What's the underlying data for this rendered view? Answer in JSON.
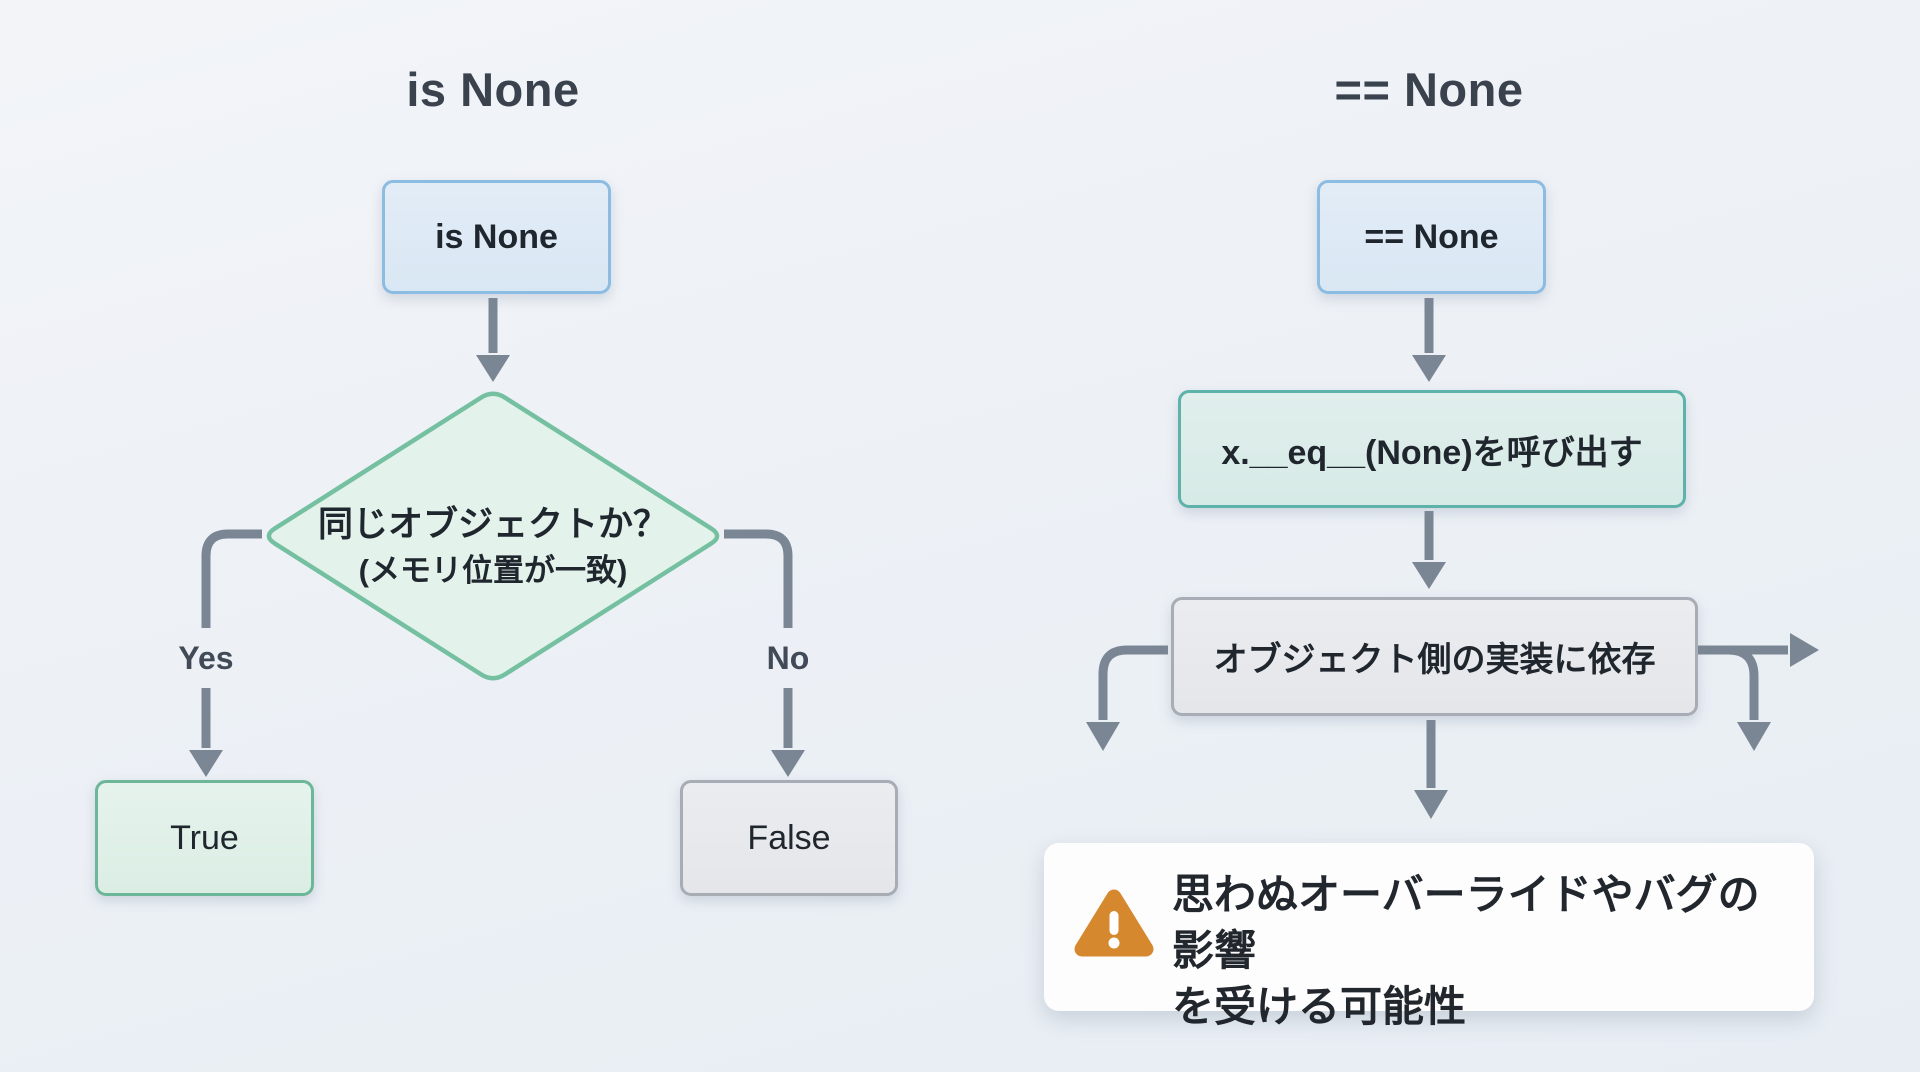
{
  "left_flow": {
    "title": "is None",
    "start_label": "is None",
    "decision": {
      "line1": "同じオブジェクトか？",
      "line2": "(メモリ位置が一致)"
    },
    "yes_label": "Yes",
    "no_label": "No",
    "true_label": "True",
    "false_label": "False"
  },
  "right_flow": {
    "title": "== None",
    "start_label": "== None",
    "step1_label": "x.__eq__(None)を呼び出す",
    "step2_label": "オブジェクト側の実装に依存",
    "warning": {
      "icon": "warning-triangle-icon",
      "line1": "思わぬオーバーライドやバグの影響",
      "line2": "を受ける可能性"
    }
  },
  "colors": {
    "background": "#edf1f6",
    "arrow_gray": "#7b8694",
    "blue_node_border": "#8cbce1",
    "blue_node_fill": "#dde9f5",
    "green_node_border": "#6cb797",
    "green_node_fill": "#e0f0e8",
    "teal_node_border": "#5db2aa",
    "teal_node_fill": "#dbece8",
    "gray_node_border": "#a7acb5",
    "gray_node_fill": "#e7e9ec",
    "warning_orange": "#d6882e",
    "warning_card_bg": "#fdfdfe",
    "text_dark": "#20262e",
    "title_color": "#3a424e"
  }
}
